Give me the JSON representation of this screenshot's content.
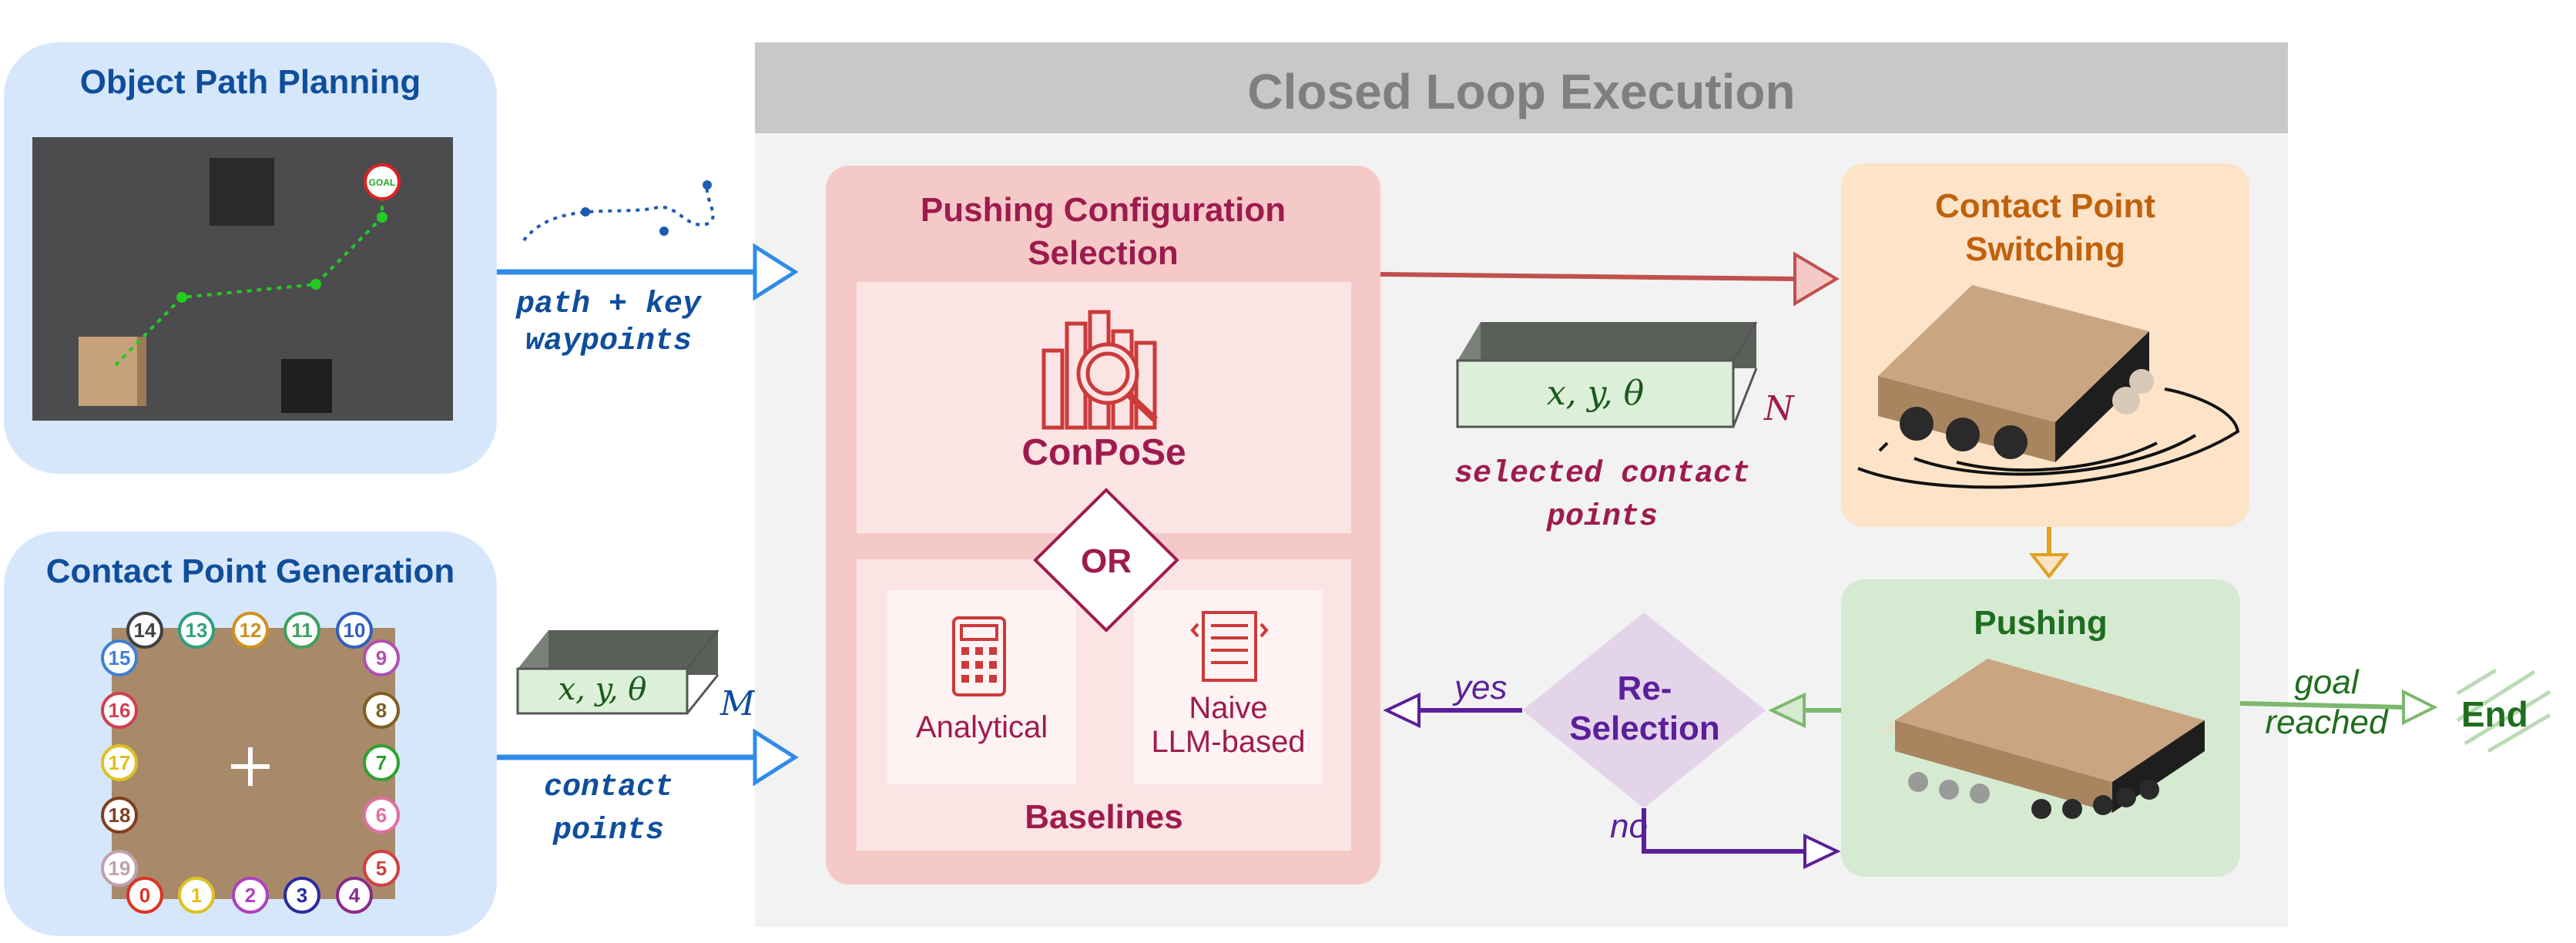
{
  "colors": {
    "blue_panel": "#d7e7fb",
    "blue_title": "#0f4e9c",
    "blue_arrow": "#2f8be8",
    "gray_band": "#c8c8c8",
    "gray_area": "#f2f2f2",
    "pink_panel": "#f6c9c9",
    "crimson": "#9e1b4e",
    "orange_panel": "#fde3c8",
    "orange_title": "#c0610c",
    "green_panel": "#d6ead2",
    "green_title": "#1f6e1f",
    "purple": "#5b1f9a",
    "purple_fill": "#e4d4ea"
  },
  "object_path_planning": {
    "title": "Object Path Planning",
    "goal_label": "GOAL"
  },
  "path_arrow": {
    "label_line1": "path + key",
    "label_line2": "waypoints"
  },
  "contact_point_generation": {
    "title": "Contact Point Generation",
    "numbers": [
      "0",
      "1",
      "2",
      "3",
      "4",
      "5",
      "6",
      "7",
      "8",
      "9",
      "10",
      "11",
      "12",
      "13",
      "14",
      "15",
      "16",
      "17",
      "18",
      "19"
    ]
  },
  "contact_arrow": {
    "tuple": "x, y, θ",
    "count_symbol": "M",
    "label_line1": "contact",
    "label_line2": "points"
  },
  "closed_loop": {
    "title": "Closed Loop Execution"
  },
  "pushing_config": {
    "title_line1": "Pushing Configuration",
    "title_line2": "Selection",
    "method": "ConPoSe",
    "or_label": "OR",
    "baseline_analytical": "Analytical",
    "baseline_llm_line1": "Naive",
    "baseline_llm_line2": "LLM-based",
    "baselines_label": "Baselines"
  },
  "selected_points": {
    "tuple": "x, y, θ",
    "count_symbol": "N",
    "label_line1": "selected contact",
    "label_line2": "points"
  },
  "contact_switching": {
    "title_line1": "Contact Point",
    "title_line2": "Switching"
  },
  "pushing": {
    "title": "Pushing"
  },
  "reselection": {
    "title_line1": "Re-",
    "title_line2": "Selection",
    "yes_label": "yes",
    "no_label": "no"
  },
  "goal": {
    "label_line1": "goal",
    "label_line2": "reached",
    "end_label": "End"
  }
}
